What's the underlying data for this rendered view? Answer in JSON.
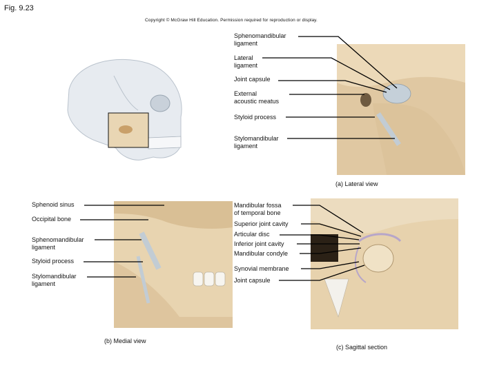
{
  "figure_number": "Fig. 9.23",
  "copyright": "Copyright © McGraw Hill Education. Permission required for reproduction or display.",
  "panel_a": {
    "caption": "(a) Lateral view",
    "labels": {
      "sphenomandibular": "Sphenomandibular\nligament",
      "lateral": "Lateral\nligament",
      "joint_capsule": "Joint capsule",
      "external_meatus": "External\nacoustic meatus",
      "styloid": "Styloid process",
      "stylomandibular": "Stylomandibular\nligament"
    }
  },
  "panel_b": {
    "caption": "(b) Medial view",
    "labels": {
      "sphenoid_sinus": "Sphenoid sinus",
      "occipital_bone": "Occipital bone",
      "sphenomandibular": "Sphenomandibular\nligament",
      "styloid": "Styloid process",
      "stylomandibular": "Stylomandibular\nligament"
    }
  },
  "panel_c": {
    "caption": "(c) Sagittal section",
    "labels": {
      "mandibular_fossa": "Mandibular fossa\nof temporal bone",
      "superior_cavity": "Superior joint cavity",
      "articular_disc": "Articular disc",
      "inferior_cavity": "Inferior joint cavity",
      "mandibular_condyle": "Mandibular condyle",
      "synovial_membrane": "Synovial membrane",
      "joint_capsule": "Joint capsule"
    }
  },
  "colors": {
    "bone": "#ecd9b8",
    "bone_shade": "#d9bf95",
    "ligament": "#c7d3db",
    "leader": "#000000"
  }
}
